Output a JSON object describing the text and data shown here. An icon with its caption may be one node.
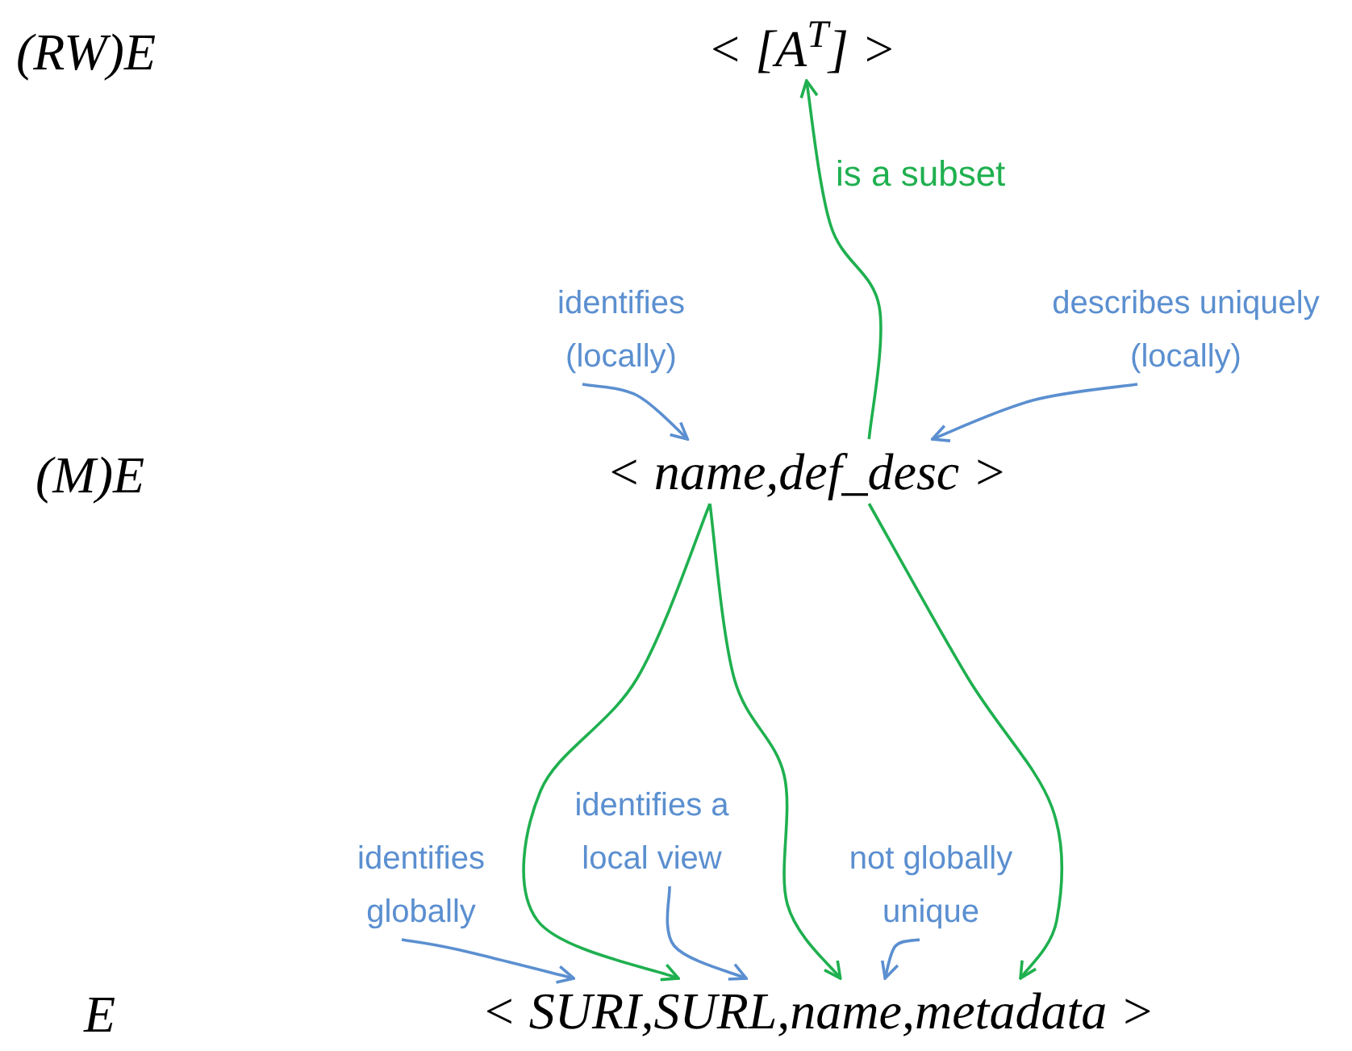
{
  "diagram": {
    "nodes": [
      {
        "text": [
          "[A$^{T}$]"
        ]
      },
      {
        "text": [
          "identifies (locally)"
        ]
      },
      {
        "text": [
          "describes uniquely (locally)"
        ]
      },
      {
        "text": [
          "name"
        ]
      },
      {
        "text": [
          "def_desc"
        ]
      },
      {
        "text": [
          "identifies a local view"
        ]
      },
      {
        "text": [
          "identifies globally"
        ]
      },
      {
        "text": [
          "not globally unique"
        ]
      },
      {
        "text": [
          "SURI"
        ]
      },
      {
        "text": [
          "SURL"
        ]
      },
      {
        "text": [
          "name"
        ]
      },
      {
        "text": [
          "metadata"
        ]
      }
    ],
    "edges": [
      {
        "from": 4,
        "to": 0,
        "arrow": "to",
        "label": "is a subset",
        "color": "#1fb04f"
      },
      {
        "from": 1,
        "to": 3,
        "arrow": "to"
      },
      {
        "from": 2,
        "to": 4,
        "arrow": "to"
      },
      {
        "from": 3,
        "to": 9,
        "arrow": "to",
        "color": "#1fb04f"
      },
      {
        "from": 3,
        "to": 10,
        "arrow": "to",
        "color": "#1fb04f"
      },
      {
        "from": 4,
        "to": 11,
        "arrow": "to",
        "color": "#1fb04f"
      },
      {
        "from": 6,
        "to": 8,
        "arrow": "to"
      },
      {
        "from": 5,
        "to": 9,
        "arrow": "to"
      },
      {
        "from": 7,
        "to": 10,
        "arrow": "to"
      }
    ],
    "labels": [
      "(RW)E",
      "<",
      ">",
      "(M)E",
      "<",
      ",",
      ">",
      "E",
      "<",
      ",",
      ",",
      ",",
      ">"
    ]
  }
}
